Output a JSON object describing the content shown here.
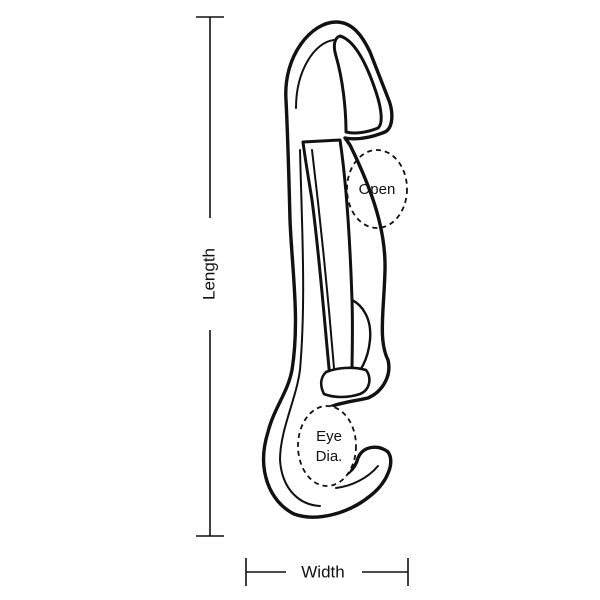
{
  "labels": {
    "length": "Length",
    "width": "Width",
    "open": "Open",
    "eye_line1": "Eye",
    "eye_line2": "Dia."
  },
  "colors": {
    "ink": "#111111",
    "background": "#ffffff"
  },
  "icons": {
    "hook": "snap-hook-icon"
  }
}
